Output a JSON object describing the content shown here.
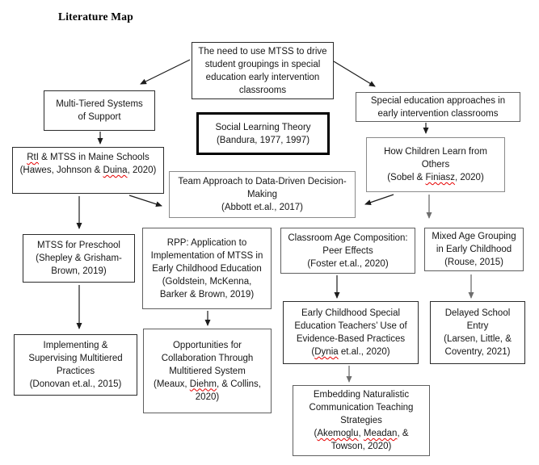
{
  "title": "Literature Map",
  "nodes": {
    "top_need": {
      "l1": "The need to use MTSS to drive",
      "l2": "student groupings in special",
      "l3": "education early intervention",
      "l4": "classrooms"
    },
    "multi_tiered": {
      "l1": "Multi-Tiered Systems",
      "l2": "of Support"
    },
    "special_ed": {
      "l1": "Special education approaches in",
      "l2": "early intervention classrooms"
    },
    "social_learning": {
      "l1": "Social Learning Theory",
      "l2": "(Bandura, 1977, 1997)"
    },
    "rti_maine": {
      "l1a": "RtI",
      "l1b": " & MTSS in Maine Schools",
      "l2a": "(Hawes, Johnson & ",
      "l2b": "Duina",
      "l2c": ", 2020)"
    },
    "how_children": {
      "l1": "How Children Learn from",
      "l2": "Others",
      "l3a": "(Sobel & ",
      "l3b": "Finiasz",
      "l3c": ", 2020)"
    },
    "team_approach": {
      "l1": "Team Approach to Data-Driven Decision-",
      "l2": "Making",
      "l3": "(Abbott et.al., 2017)"
    },
    "mtss_preschool": {
      "l1": "MTSS for Preschool",
      "l2": "(Shepley & Grisham-",
      "l3": "Brown, 2019)"
    },
    "rpp": {
      "l1": "RPP: Application to",
      "l2": "Implementation of MTSS in",
      "l3": "Early Childhood Education",
      "l4": "(Goldstein, McKenna,",
      "l5": "Barker & Brown, 2019)"
    },
    "classroom_age": {
      "l1": "Classroom Age Composition:",
      "l2": "Peer Effects",
      "l3": "(Foster et.al., 2020)"
    },
    "mixed_age": {
      "l1": "Mixed Age Grouping",
      "l2": "in Early Childhood",
      "l3": "(Rouse, 2015)"
    },
    "early_childhood": {
      "l1": "Early Childhood Special",
      "l2": "Education Teachers’ Use of",
      "l3": "Evidence-Based Practices",
      "l4a": "(",
      "l4b": "Dynia",
      "l4c": " et.al., 2020)"
    },
    "delayed_school": {
      "l1": "Delayed School",
      "l2": "Entry",
      "l3": "(Larsen, Little, &",
      "l4": "Coventry, 2021)"
    },
    "implementing": {
      "l1": "Implementing &",
      "l2": "Supervising Multitiered",
      "l3": "Practices",
      "l4": "(Donovan et.al., 2015)"
    },
    "opportunities": {
      "l1": "Opportunities for",
      "l2": "Collaboration Through",
      "l3": "Multitiered System",
      "l4a": "(Meaux, ",
      "l4b": "Diehm",
      "l4c": ", & Collins,",
      "l5": "2020)"
    },
    "embedding": {
      "l1": "Embedding Naturalistic",
      "l2": "Communication Teaching",
      "l3": "Strategies",
      "l4a": "(",
      "l4b": "Akemoglu",
      "l4c": ", ",
      "l4d": "Meadan",
      "l4e": ", &",
      "l5": "Towson, 2020)"
    }
  },
  "colors": {
    "arrow_dark": "#1c1c1c",
    "arrow_gray": "#6e6e6e",
    "spellcheck_red": "#e60000",
    "thick_border": "#000000"
  }
}
